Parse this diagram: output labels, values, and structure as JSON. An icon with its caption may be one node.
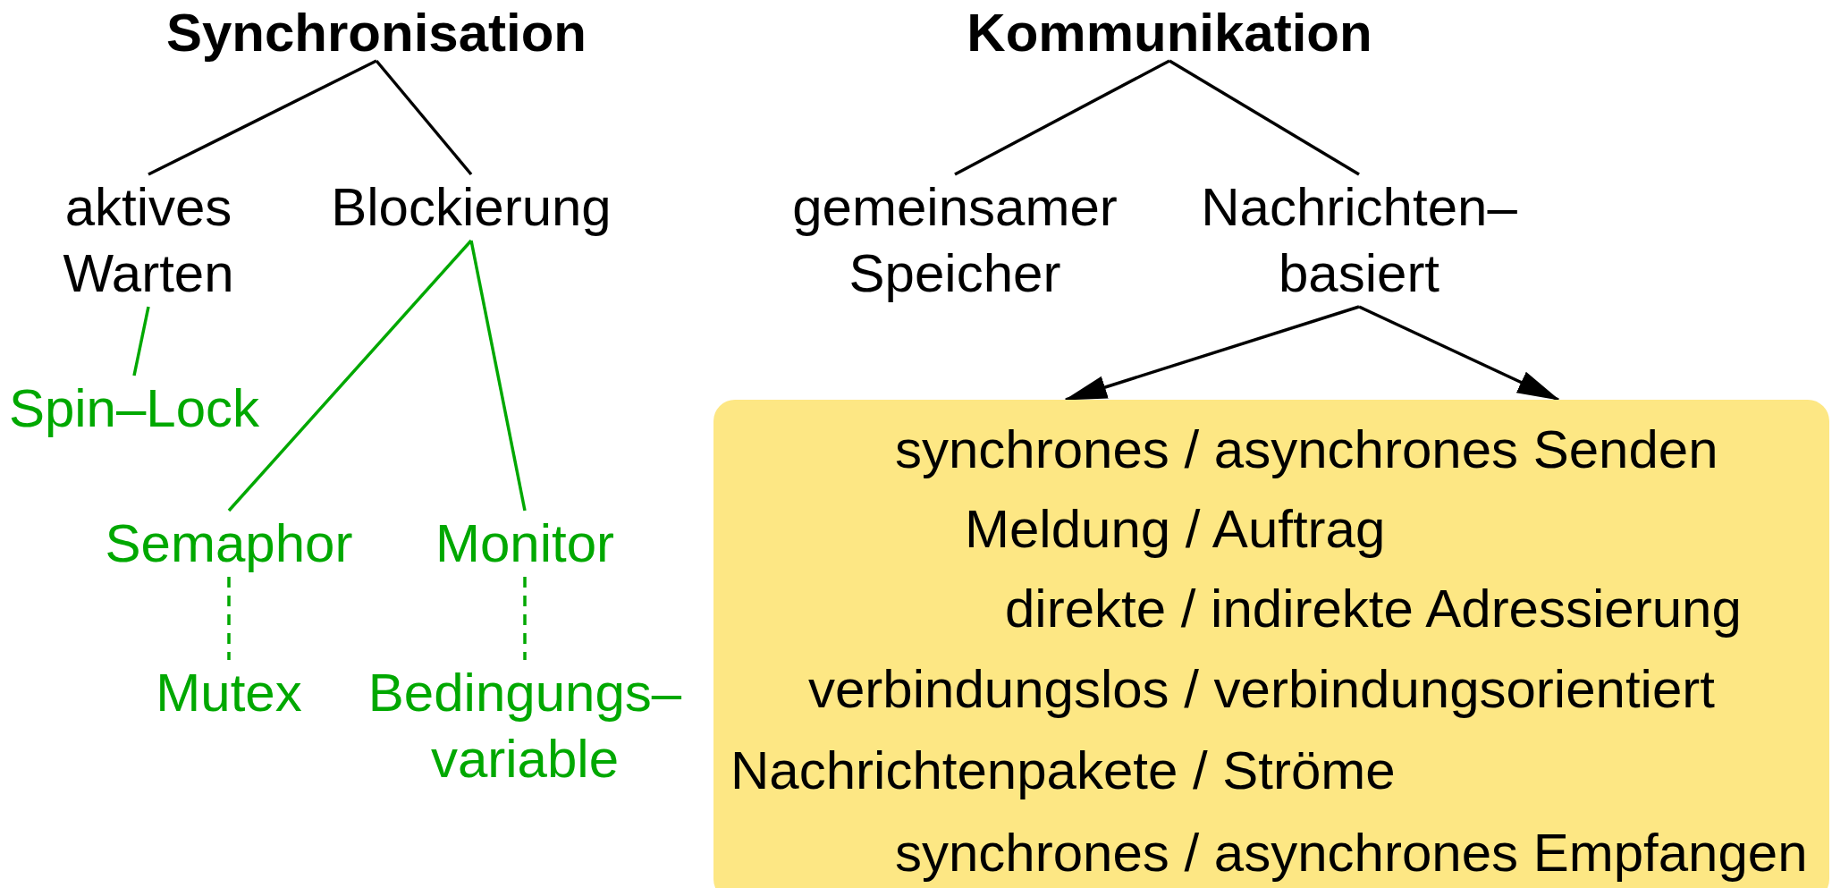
{
  "diagram": {
    "nodes": [
      {
        "text": [
          "Synchronisation"
        ]
      },
      {
        "text": [
          "aktives Warten"
        ]
      },
      {
        "text": [
          "Blockierung"
        ]
      },
      {
        "text": [
          "Spin–Lock"
        ]
      },
      {
        "text": [
          "Semaphor"
        ]
      },
      {
        "text": [
          "Monitor"
        ]
      },
      {
        "text": [
          "Mutex"
        ]
      },
      {
        "text": [
          "Bedingungs– variable"
        ]
      },
      {
        "text": [
          "Kommunikation"
        ]
      },
      {
        "text": [
          "gemeinsamer Speicher"
        ]
      },
      {
        "text": [
          "Nachrichten– basiert"
        ]
      },
      {
        "text": [
          "synchrones / asynchrones Senden",
          "Meldung / Auftrag",
          "direkte / indirekte Adressierung",
          "verbindungslos / verbindungsorientiert",
          "Nachrichtenpakete / Ströme",
          "synchrones / asynchrones Empfangen"
        ]
      }
    ],
    "edges": [
      {
        "from": 0,
        "to": 1,
        "arrow": "none"
      },
      {
        "from": 0,
        "to": 2,
        "arrow": "none"
      },
      {
        "from": 1,
        "to": 3,
        "arrow": "none",
        "color": "#00a800"
      },
      {
        "from": 2,
        "to": 4,
        "arrow": "none",
        "color": "#00a800"
      },
      {
        "from": 2,
        "to": 5,
        "arrow": "none",
        "color": "#00a800"
      },
      {
        "from": 4,
        "to": 6,
        "arrow": "none",
        "style": "dashed",
        "color": "#00a800"
      },
      {
        "from": 5,
        "to": 7,
        "arrow": "none",
        "style": "dashed",
        "color": "#00a800"
      },
      {
        "from": 8,
        "to": 9,
        "arrow": "none"
      },
      {
        "from": 8,
        "to": 10,
        "arrow": "none"
      },
      {
        "from": 10,
        "to": 11,
        "arrow": "to"
      },
      {
        "from": 10,
        "to": 11,
        "arrow": "to"
      }
    ]
  }
}
